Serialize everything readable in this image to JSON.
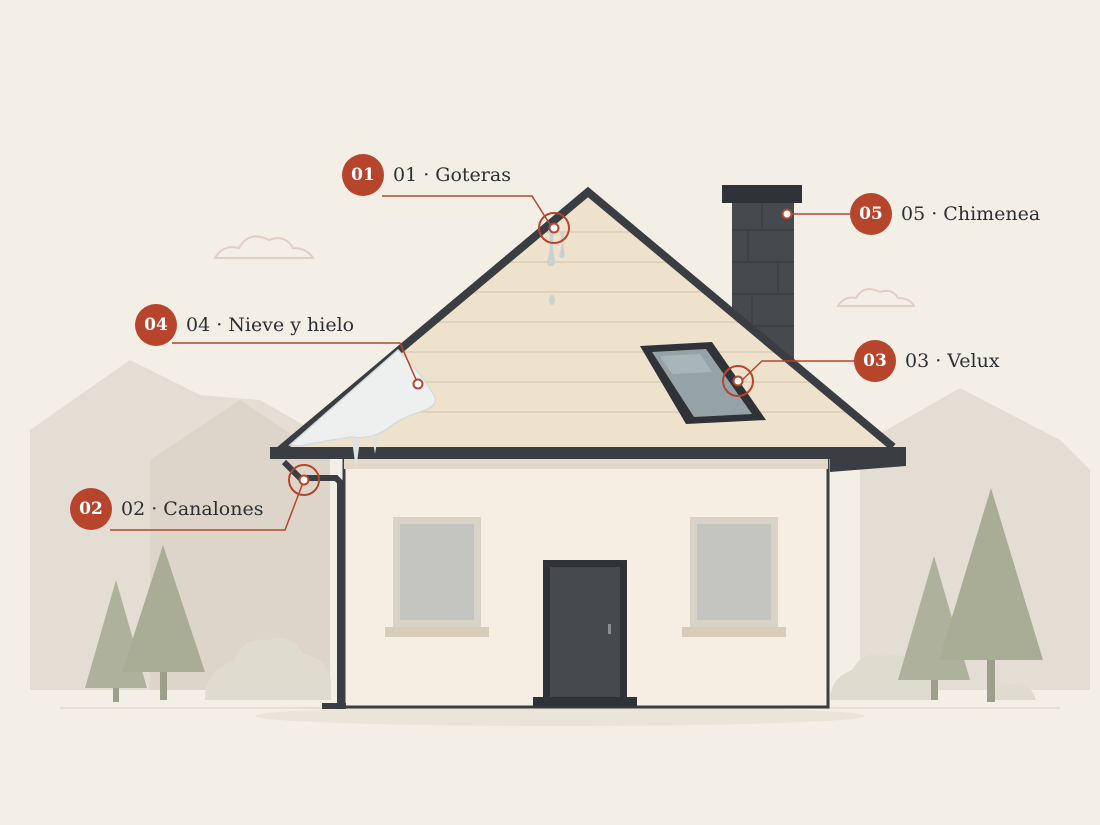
{
  "accent": "#b7452c",
  "callouts": [
    {
      "id": "goteras",
      "number": "01",
      "label": "01 · Goteras",
      "icon": "leak-icon"
    },
    {
      "id": "canalones",
      "number": "02",
      "label": "02 · Canalones",
      "icon": "gutter-icon"
    },
    {
      "id": "velux",
      "number": "03",
      "label": "03 · Velux",
      "icon": "skylight-icon"
    },
    {
      "id": "nieve",
      "number": "04",
      "label": "04 · Nieve y hielo",
      "icon": "snow-icon"
    },
    {
      "id": "chimenea",
      "number": "05",
      "label": "05 · Chimenea",
      "icon": "chimney-icon"
    }
  ]
}
